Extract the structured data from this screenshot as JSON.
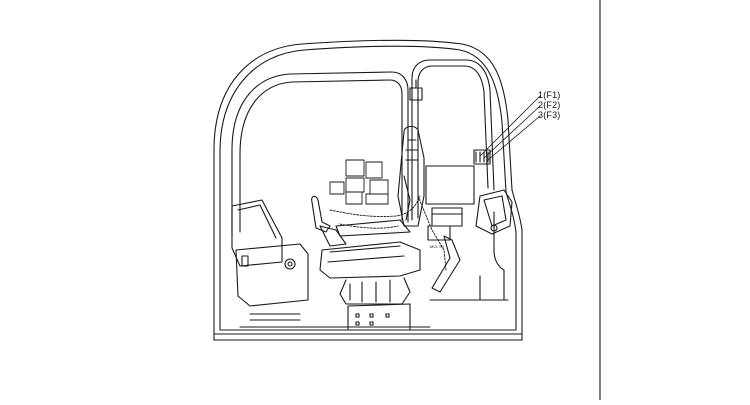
{
  "callouts": [
    {
      "id": "f1",
      "text": "1(F1)"
    },
    {
      "id": "f2",
      "text": "2(F2)"
    },
    {
      "id": "f3",
      "text": "3(F3)"
    }
  ],
  "small_tag": "MCL 90",
  "colors": {
    "line": "#1a1a1a",
    "background": "#ffffff"
  }
}
